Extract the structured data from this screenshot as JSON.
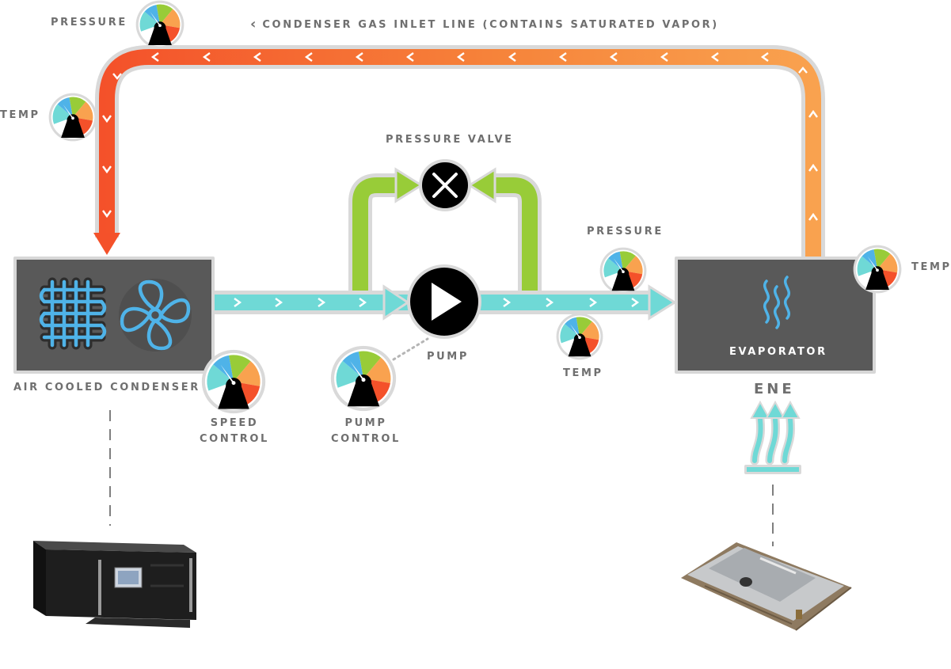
{
  "labels": {
    "pressure_top": "PRESSURE",
    "inlet_line": "CONDENSER GAS INLET LINE (CONTAINS SATURATED VAPOR)",
    "temp_left": "TEMP",
    "pressure_valve": "PRESSURE VALVE",
    "pressure_right": "PRESSURE",
    "temp_right": "TEMP",
    "temp_mid": "TEMP",
    "pump": "PUMP",
    "air_cooled_condenser": "AIR COOLED CONDENSER",
    "speed_control_1": "SPEED",
    "speed_control_2": "CONTROL",
    "pump_control_1": "PUMP",
    "pump_control_2": "CONTROL",
    "evaporator": "EVAPORATOR",
    "ene": "ENE"
  },
  "icons": {
    "condenser_coil": "coil-icon",
    "fan": "fan-icon",
    "evaporator_waves": "wave-icon",
    "heat": "heat-icon",
    "pump": "play-icon",
    "valve": "close-icon"
  },
  "colors": {
    "hot_line": "#f4512a",
    "warm_line": "#f9a24f",
    "liquid_line": "#6fd9d6",
    "bypass_line": "#98cc38",
    "component_box": "#595959",
    "label_text": "#6f6f6f",
    "heat_arrows": "#6fd9d6"
  }
}
